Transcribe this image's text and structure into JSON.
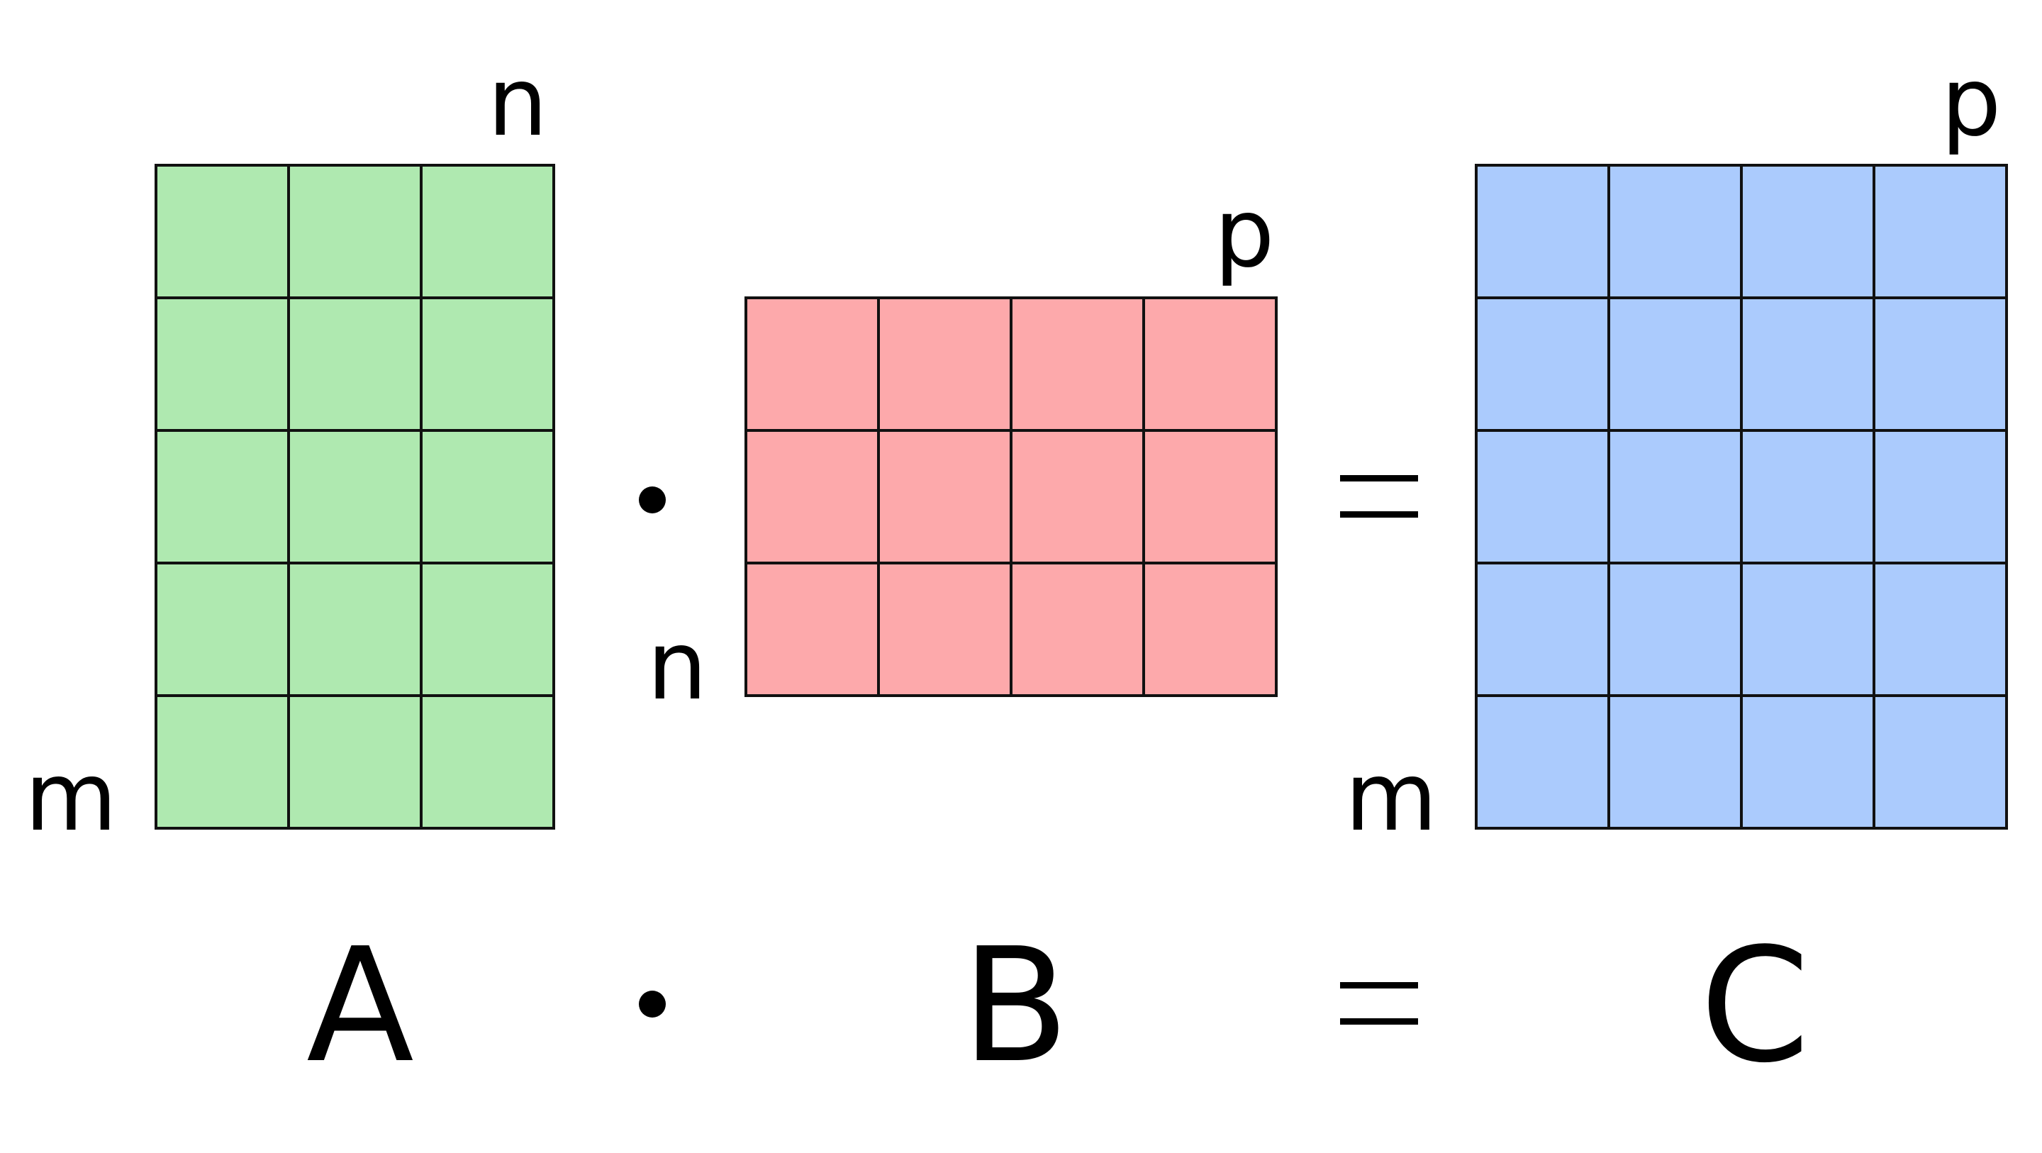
{
  "matrices": {
    "a": {
      "name": "A",
      "rows": 5,
      "cols": 3,
      "row_label": "m",
      "col_label": "n",
      "fill": "#AFE9B0"
    },
    "b": {
      "name": "B",
      "rows": 3,
      "cols": 4,
      "row_label": "n",
      "col_label": "p",
      "fill": "#FDA9AB"
    },
    "c": {
      "name": "C",
      "rows": 5,
      "cols": 4,
      "row_label": "m",
      "col_label": "p",
      "fill": "#ABCBFD"
    }
  },
  "operators": {
    "multiply": "dot",
    "equals": "equals"
  },
  "colors": {
    "grid_line": "#111111",
    "text": "#000000",
    "background": "#FFFFFF"
  }
}
